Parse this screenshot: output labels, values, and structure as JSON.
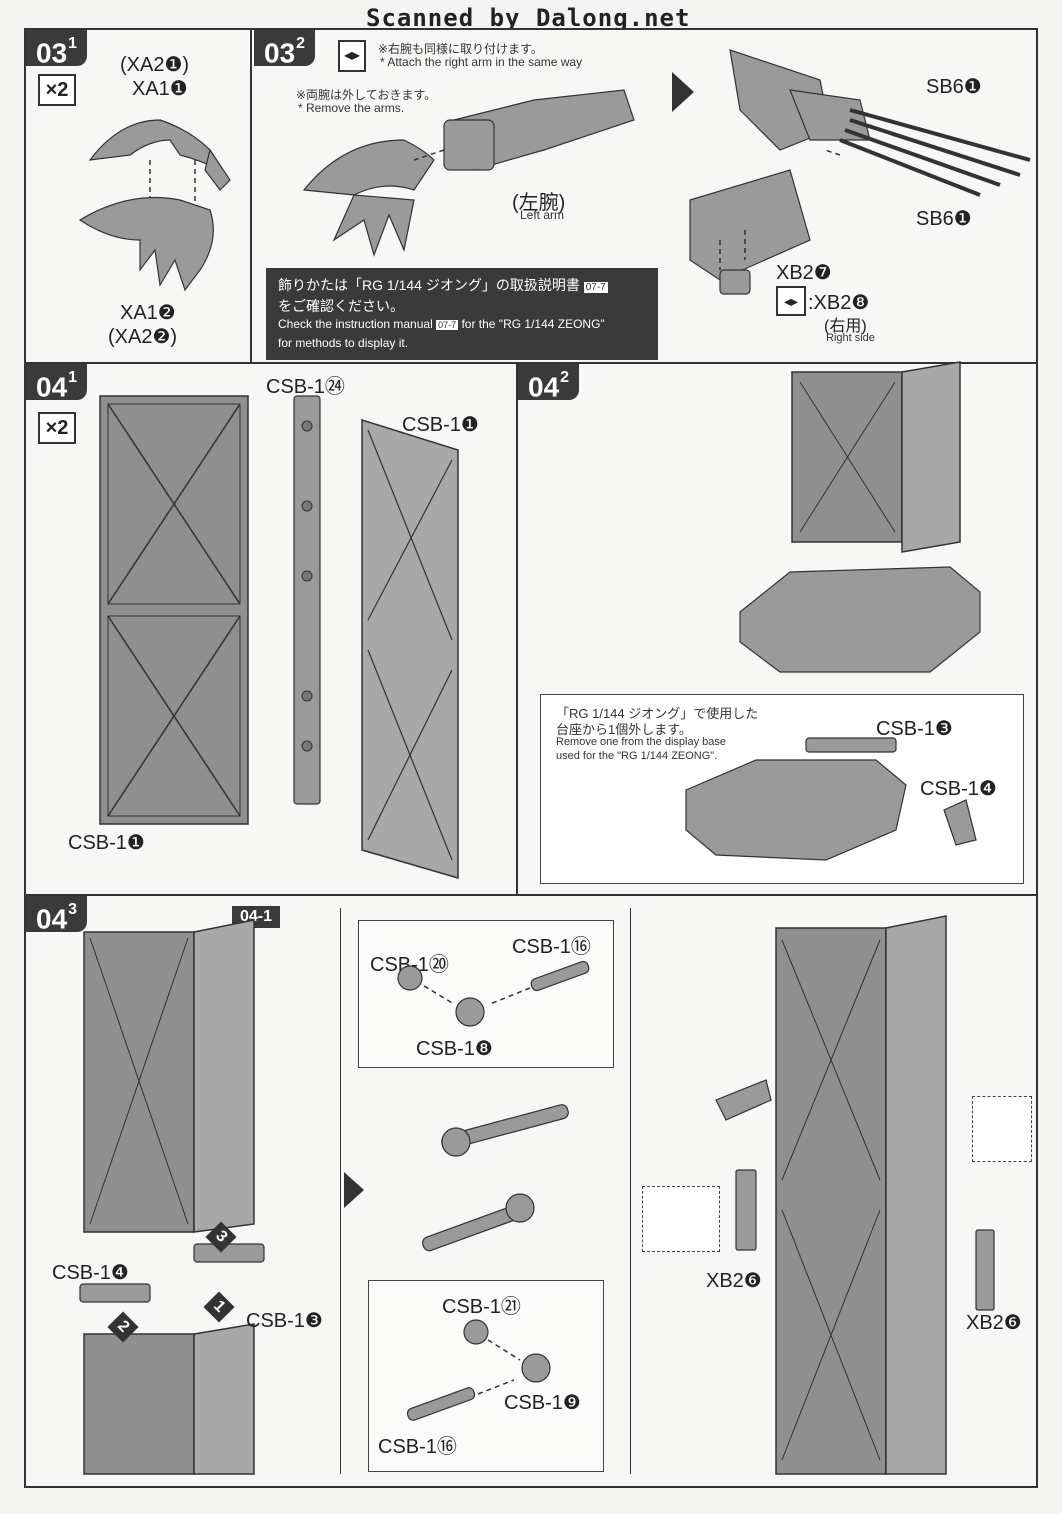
{
  "header": "Scanned by Dalong.net",
  "step_03_1": {
    "badge": "03",
    "badge_sub": "1",
    "multiplier": "×2",
    "label_top_1": "(XA2❶)",
    "label_top_2": "XA1❶",
    "label_bottom_1": "XA1❷",
    "label_bottom_2": "(XA2❷)"
  },
  "step_03_2": {
    "badge": "03",
    "badge_sub": "2",
    "note1_jp": "※右腕も同様に取り付けます。",
    "note1_en": "* Attach the right arm in the same way",
    "note2_jp": "※両腕は外しておきます。",
    "note2_en": "* Remove the arms.",
    "left_arm_jp": "(左腕)",
    "left_arm_en": "Left arm",
    "box_jp_1": "飾りかたは「RG 1/144 ジオング」の取扱説明書",
    "box_ref": "07-7",
    "box_jp_2": "をご確認ください。",
    "box_en_1": "Check the instruction manual",
    "box_en_2": "for the \"RG 1/144 ZEONG\"",
    "box_en_3": "for methods to display it.",
    "sb6_top": "SB6❶",
    "sb6_bottom": "SB6❶",
    "xb2_7": "XB2❼",
    "xb2_8": ":XB2❽",
    "right_side_jp": "(右用)",
    "right_side_en": "Right side"
  },
  "step_04_1": {
    "badge": "04",
    "badge_sub": "1",
    "multiplier": "×2",
    "csb_24": "CSB-1㉔",
    "csb_1_top": "CSB-1❶",
    "csb_1_bottom": "CSB-1❶"
  },
  "step_04_2": {
    "badge": "04",
    "badge_sub": "2",
    "callout_jp_1": "「RG 1/144 ジオング」で使用した",
    "callout_jp_2": "台座から1個外します。",
    "callout_en_1": "Remove one from the display base",
    "callout_en_2": "used for the \"RG 1/144 ZEONG\".",
    "csb_3": "CSB-1❸",
    "csb_4": "CSB-1❹"
  },
  "step_04_3": {
    "badge": "04",
    "badge_sub": "3",
    "ref_badge": "04-1",
    "csb_4": "CSB-1❹",
    "csb_3": "CSB-1❸",
    "csb_20": "CSB-1⑳",
    "csb_16_top": "CSB-1⑯",
    "csb_8": "CSB-1❽",
    "csb_21": "CSB-1㉑",
    "csb_9": "CSB-1❾",
    "csb_16_bottom": "CSB-1⑯",
    "xb2_6_left": "XB2❻",
    "xb2_6_right": "XB2❻",
    "order_1": "1",
    "order_2": "2",
    "order_3": "3"
  }
}
